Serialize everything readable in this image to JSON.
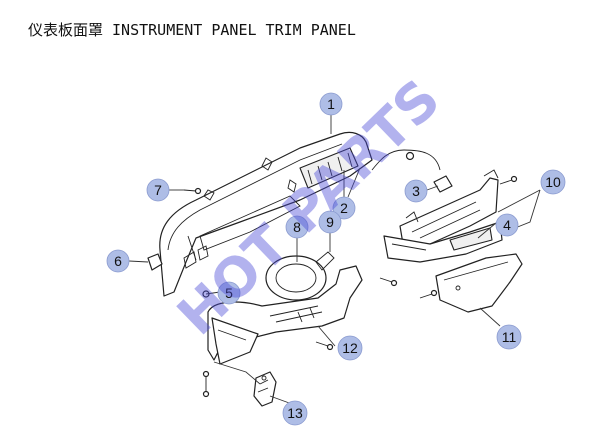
{
  "title": "仪表板面罩 INSTRUMENT PANEL TRIM PANEL",
  "watermark": "HOT PARTS",
  "callouts": [
    {
      "id": "c1",
      "label": "1"
    },
    {
      "id": "c2",
      "label": "2"
    },
    {
      "id": "c3",
      "label": "3"
    },
    {
      "id": "c4",
      "label": "4"
    },
    {
      "id": "c5",
      "label": "5"
    },
    {
      "id": "c6",
      "label": "6"
    },
    {
      "id": "c7",
      "label": "7"
    },
    {
      "id": "c8",
      "label": "8"
    },
    {
      "id": "c9",
      "label": "9"
    },
    {
      "id": "c10",
      "label": "10"
    },
    {
      "id": "c11",
      "label": "11"
    },
    {
      "id": "c12",
      "label": "12"
    },
    {
      "id": "c13",
      "label": "13"
    }
  ]
}
